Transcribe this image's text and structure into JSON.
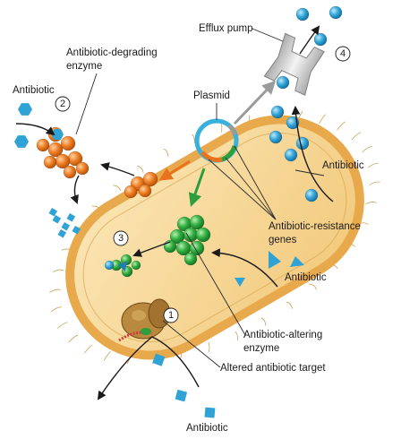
{
  "labels": {
    "efflux_pump": "Efflux pump",
    "degrading_enzyme_1": "Antibiotic-degrading",
    "degrading_enzyme_2": "enzyme",
    "antibiotic_top_left": "Antibiotic",
    "plasmid": "Plasmid",
    "antibiotic_right": "Antibiotic",
    "resistance_genes_1": "Antibiotic-resistance",
    "resistance_genes_2": "genes",
    "antibiotic_mid_right": "Antibiotic",
    "altering_enzyme_1": "Antibiotic-altering",
    "altering_enzyme_2": "enzyme",
    "altered_target": "Altered antibiotic target",
    "antibiotic_bottom": "Antibiotic"
  },
  "mechanisms": [
    "1",
    "2",
    "3",
    "4"
  ],
  "colors": {
    "cell_fill": "#f5d79a",
    "cell_wall": "#c98a2e",
    "antibiotic_blue": "#2fa3d6",
    "degrading_enzyme": "#e8731c",
    "altering_enzyme": "#2e9e3c",
    "efflux_pump": "#d8d8d8"
  }
}
